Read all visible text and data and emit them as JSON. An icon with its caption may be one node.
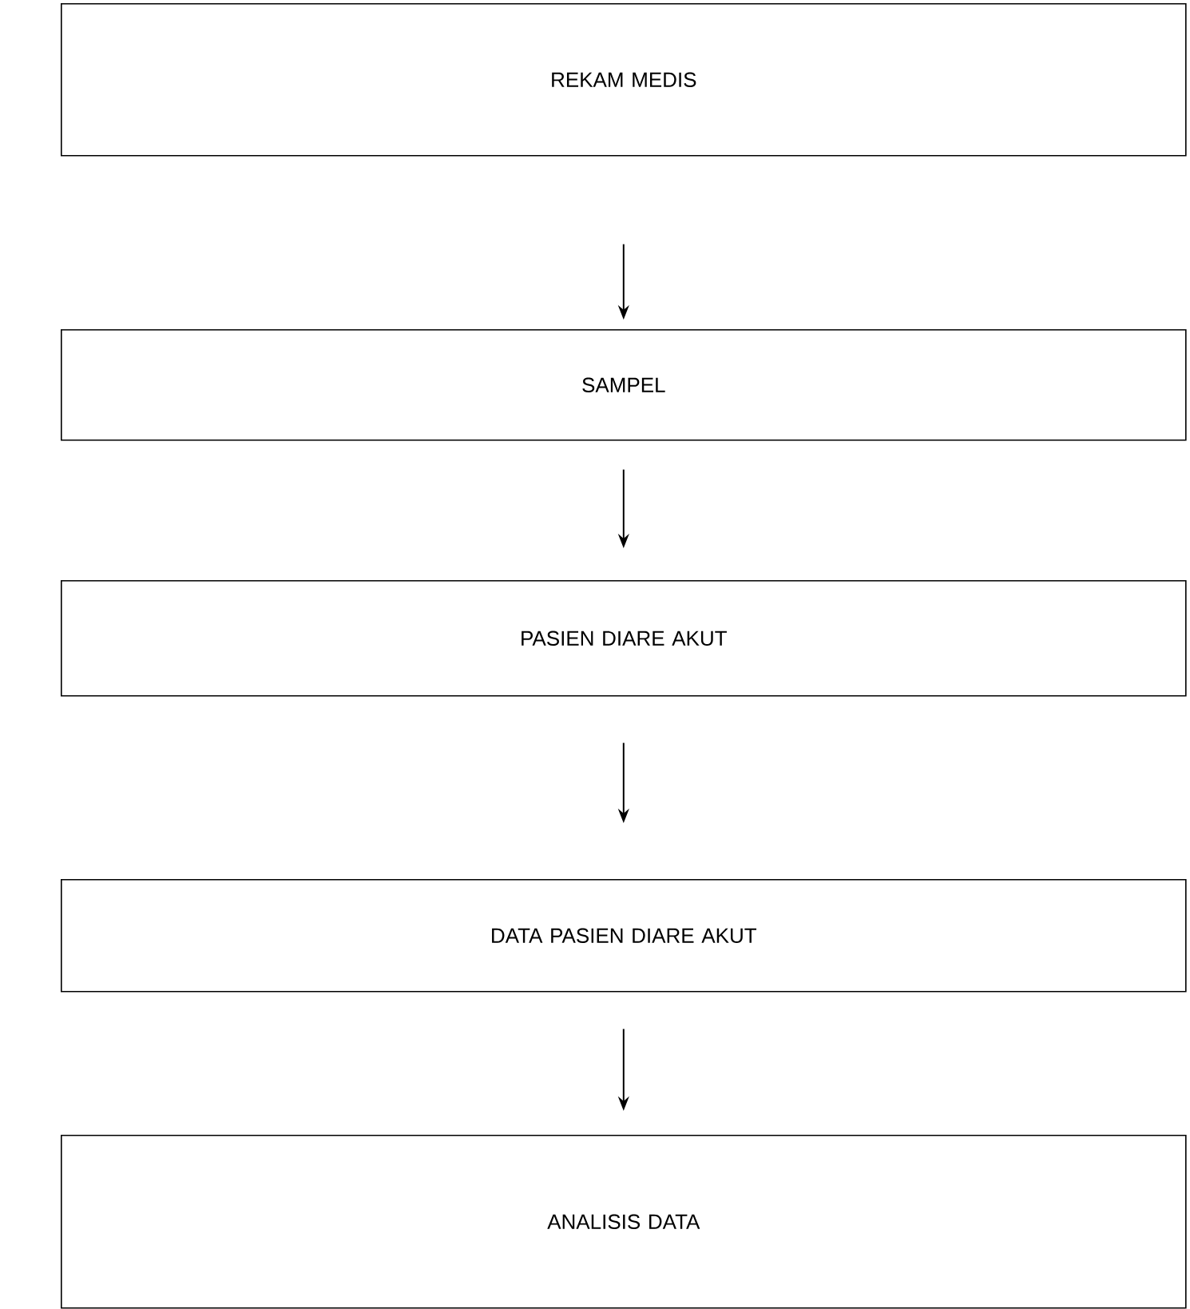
{
  "diagram": {
    "nodes": [
      {
        "text": [
          "REKAM MEDIS"
        ]
      },
      {
        "text": [
          "SAMPEL"
        ]
      },
      {
        "text": [
          "PASIEN DIARE AKUT"
        ]
      },
      {
        "text": [
          "DATA PASIEN DIARE AKUT"
        ]
      },
      {
        "text": [
          "ANALISIS DATA"
        ]
      }
    ],
    "edges": [
      {
        "from": 0,
        "to": 1,
        "arrow": "to"
      },
      {
        "from": 1,
        "to": 2,
        "arrow": "to"
      },
      {
        "from": 2,
        "to": 3,
        "arrow": "to"
      },
      {
        "from": 3,
        "to": 4,
        "arrow": "to"
      }
    ]
  }
}
